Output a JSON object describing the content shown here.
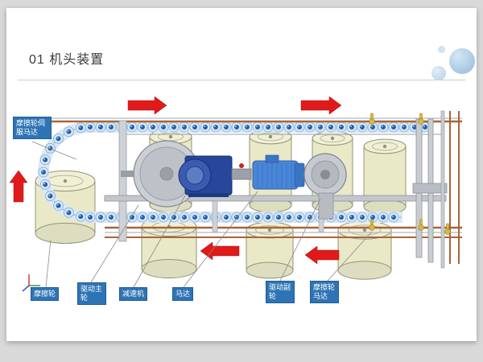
{
  "slide": {
    "title": "01 机头装置"
  },
  "diagram": {
    "callouts": [
      {
        "id": "servo-motor",
        "label": "摩擦轮伺服马达"
      },
      {
        "id": "friction-wheel",
        "label": "摩擦轮"
      },
      {
        "id": "drive-main-wheel",
        "label": "驱动主轮"
      },
      {
        "id": "reducer",
        "label": "减速机"
      },
      {
        "id": "motor",
        "label": "马达"
      },
      {
        "id": "drive-sub-wheel",
        "label": "驱动副轮"
      },
      {
        "id": "friction-wheel-motor",
        "label": "摩擦轮马达"
      }
    ],
    "colors": {
      "callout_bg": "#2e74b5",
      "arrow_red": "#e01a1a",
      "roller_blue": "#1f63ad",
      "roller_cup": "#d7e7f6",
      "drum_fill": "#e9e9c7",
      "drum_top": "#f0f0d6",
      "motor_blue": "#4a86d8",
      "gearbox_blue": "#27469c",
      "rail_copper": "#a8643a",
      "steel_gray": "#c6cad0"
    }
  }
}
